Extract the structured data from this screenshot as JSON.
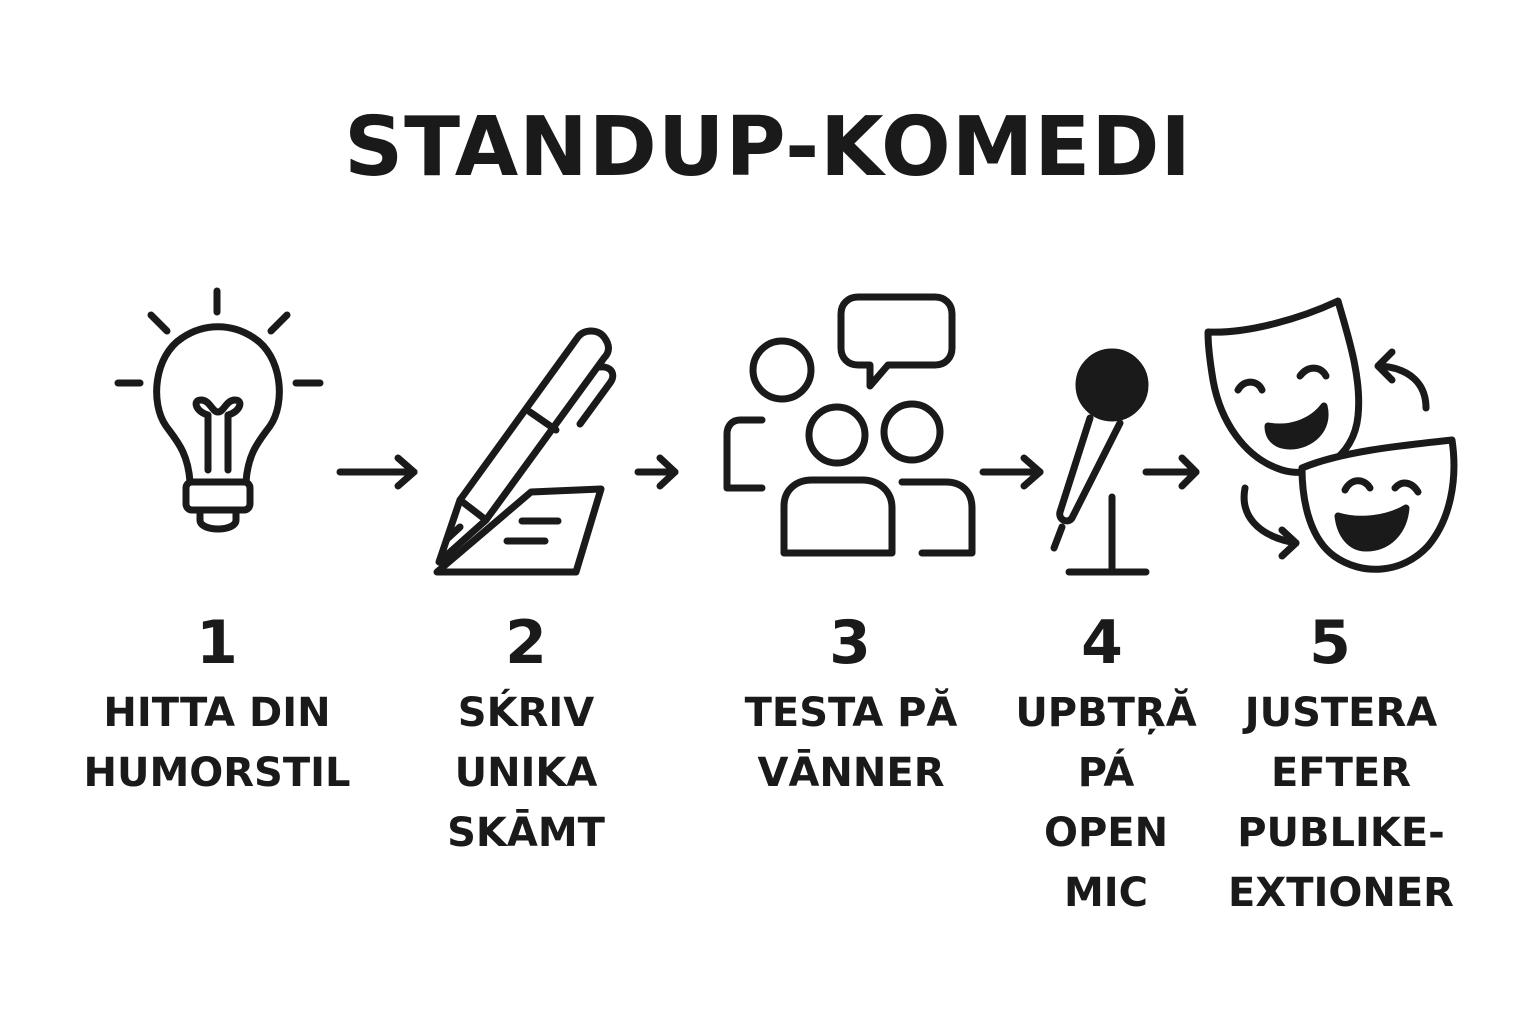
{
  "title": "STANDUP-KOMEDI",
  "steps": [
    {
      "number": "1",
      "label": "HITTA DIN\nHUMORSTIL",
      "icon": "lightbulb-icon"
    },
    {
      "number": "2",
      "label": "SḰRIV\nUNIKA\nSKĀMT",
      "icon": "pen-writing-icon"
    },
    {
      "number": "3",
      "label": "TESTA PĂ\nVĀNNER",
      "icon": "group-chat-icon"
    },
    {
      "number": "4",
      "label": "UPBTŖĂ\nPÁ\nOPEN\nMIC",
      "icon": "microphone-icon"
    },
    {
      "number": "5",
      "label": "JUSTERA\nEFTER\nPUBLIKE-\nEXTIONER",
      "icon": "theater-masks-icon"
    }
  ]
}
